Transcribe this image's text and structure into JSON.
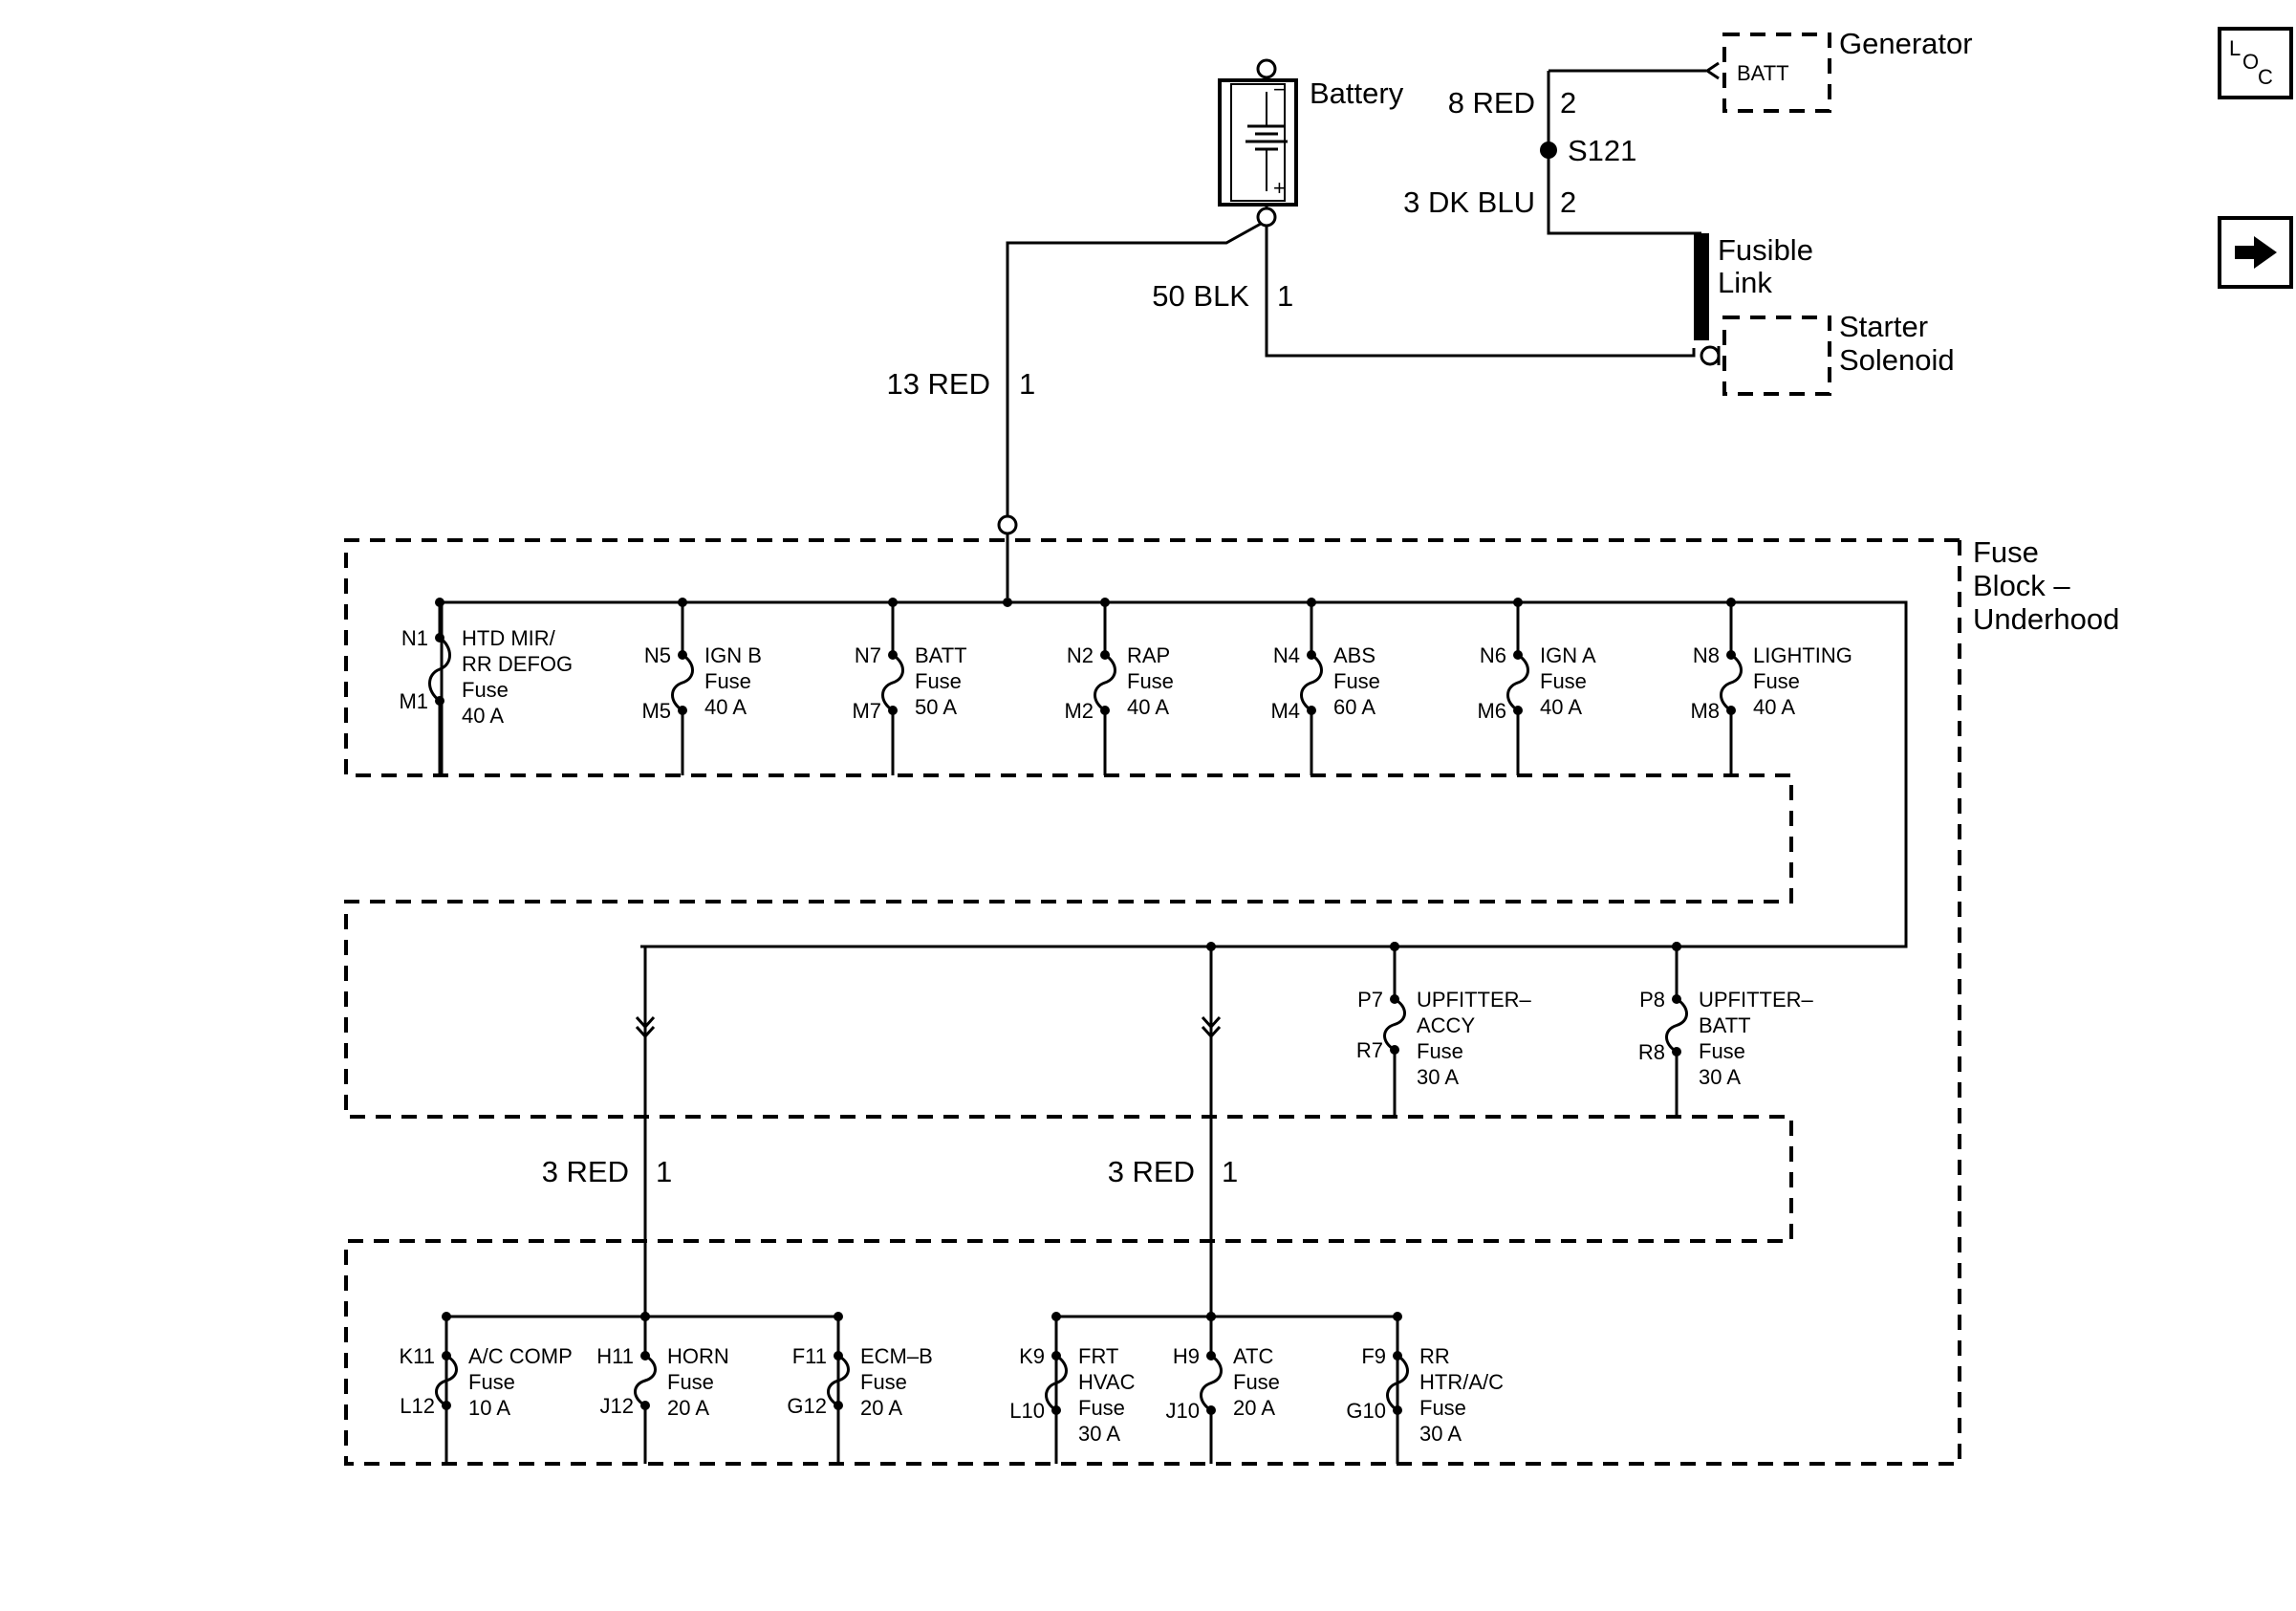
{
  "battery": {
    "label": "Battery",
    "neg": "−",
    "pos": "+"
  },
  "generator": {
    "label": "Generator",
    "terminal": "BATT"
  },
  "starter_solenoid": {
    "line1": "Starter",
    "line2": "Solenoid"
  },
  "fusible_link": {
    "line1": "Fusible",
    "line2": "Link"
  },
  "splice": {
    "name": "S121"
  },
  "wires": {
    "gen": {
      "color": "8 RED",
      "pin": "2"
    },
    "link": {
      "color": "3 DK BLU",
      "pin": "2"
    },
    "starter": {
      "color": "50 BLK",
      "pin": "1"
    },
    "feed": {
      "color": "13 RED",
      "pin": "1"
    },
    "left_drop": {
      "color": "3 RED",
      "pin": "1"
    },
    "right_drop": {
      "color": "3 RED",
      "pin": "1"
    }
  },
  "fuse_block": {
    "line1": "Fuse",
    "line2": "Block –",
    "line3": "Underhood"
  },
  "fuses": [
    {
      "top": "N1",
      "bot": "M1",
      "lines": [
        "HTD MIR/",
        "RR DEFOG",
        "Fuse",
        "40 A"
      ]
    },
    {
      "top": "N5",
      "bot": "M5",
      "lines": [
        "IGN B",
        "Fuse",
        "40 A"
      ]
    },
    {
      "top": "N7",
      "bot": "M7",
      "lines": [
        "BATT",
        "Fuse",
        "50 A"
      ]
    },
    {
      "top": "N2",
      "bot": "M2",
      "lines": [
        "RAP",
        "Fuse",
        "40 A"
      ]
    },
    {
      "top": "N4",
      "bot": "M4",
      "lines": [
        "ABS",
        "Fuse",
        "60 A"
      ]
    },
    {
      "top": "N6",
      "bot": "M6",
      "lines": [
        "IGN A",
        "Fuse",
        "40 A"
      ]
    },
    {
      "top": "N8",
      "bot": "M8",
      "lines": [
        "LIGHTING",
        "Fuse",
        "40 A"
      ]
    },
    {
      "top": "P7",
      "bot": "R7",
      "lines": [
        "UPFITTER–",
        "ACCY",
        "Fuse",
        "30 A"
      ]
    },
    {
      "top": "P8",
      "bot": "R8",
      "lines": [
        "UPFITTER–",
        "BATT",
        "Fuse",
        "30 A"
      ]
    },
    {
      "top": "K11",
      "bot": "L12",
      "lines": [
        "A/C COMP",
        "Fuse",
        "10 A"
      ]
    },
    {
      "top": "H11",
      "bot": "J12",
      "lines": [
        "HORN",
        "Fuse",
        "20 A"
      ]
    },
    {
      "top": "F11",
      "bot": "G12",
      "lines": [
        "ECM–B",
        "Fuse",
        "20 A"
      ]
    },
    {
      "top": "K9",
      "bot": "L10",
      "lines": [
        "FRT",
        "HVAC",
        "Fuse",
        "30 A"
      ]
    },
    {
      "top": "H9",
      "bot": "J10",
      "lines": [
        "ATC",
        "Fuse",
        "20 A"
      ]
    },
    {
      "top": "F9",
      "bot": "G10",
      "lines": [
        "RR",
        "HTR/A/C",
        "Fuse",
        "30 A"
      ]
    }
  ],
  "loc_button": {
    "l": "L",
    "o": "O",
    "c": "C"
  },
  "icons": {
    "loc": "loc-icon",
    "next": "arrow-right-icon"
  }
}
